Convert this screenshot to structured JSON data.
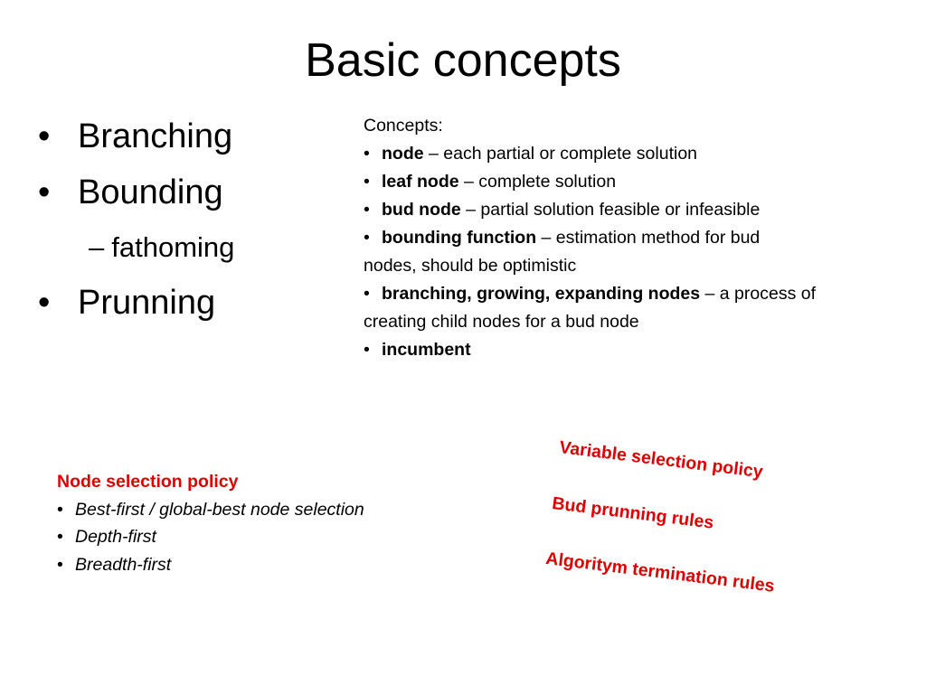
{
  "title": "Basic concepts",
  "main_list": {
    "bullet": "•",
    "item1": "Branching",
    "item2": "Bounding",
    "sub_dash": "–",
    "sub_item": "fathoming",
    "item3": "Prunning"
  },
  "concepts": {
    "heading": "Concepts:",
    "bullet": "•",
    "node_term": "node",
    "node_desc": " – each partial or complete solution",
    "leaf_term": "leaf node",
    "leaf_desc": " – complete solution",
    "bud_term": "bud node",
    "bud_desc": " – partial solution feasible or infeasible",
    "bounding_term": "bounding function",
    "bounding_desc": " – estimation method for bud",
    "bounding_desc2": "nodes, should be optimistic",
    "branching_term": "branching, growing, expanding nodes",
    "branching_desc": " – a process of",
    "branching_desc2": "creating child nodes for a bud node",
    "incumbent_term": "incumbent"
  },
  "node_selection": {
    "title": "Node selection policy",
    "bullet": "•",
    "item1": "Best-first / global-best node selection",
    "item2": "Depth-first",
    "item3": "Breadth-first"
  },
  "red_labels": {
    "label1": "Variable selection policy",
    "label2": "Bud prunning rules",
    "label3": "Algoritym termination rules"
  }
}
